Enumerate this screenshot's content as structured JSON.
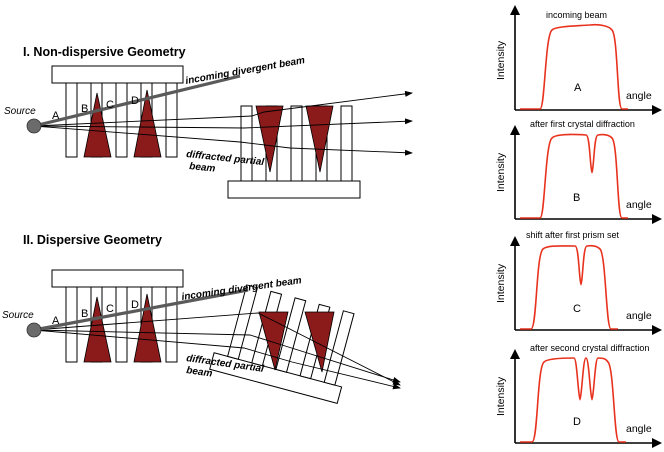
{
  "section1": {
    "title": "I. Non-dispersive Geometry"
  },
  "section2": {
    "title": "II. Dispersive Geometry"
  },
  "labels": {
    "source": "Source",
    "incoming": "incoming divergent beam",
    "diffracted_line1": "diffracted partial",
    "diffracted_line2": "beam",
    "A": "A",
    "B": "B",
    "C": "C",
    "D": "D"
  },
  "plots": [
    {
      "caption": "incoming beam",
      "letter": "A",
      "ylabel": "Intensity",
      "xlabel": "angle"
    },
    {
      "caption": "after first crystal diffraction",
      "letter": "B",
      "ylabel": "Intensity",
      "xlabel": "angle"
    },
    {
      "caption": "shift after first prism set",
      "letter": "C",
      "ylabel": "Intensity",
      "xlabel": "angle"
    },
    {
      "caption": "after second crystal diffraction",
      "letter": "D",
      "ylabel": "Intensity",
      "xlabel": "angle"
    }
  ],
  "colors": {
    "prism": "#8b1a1a",
    "curve": "#e8321e",
    "beam": "#5a5a5a"
  }
}
